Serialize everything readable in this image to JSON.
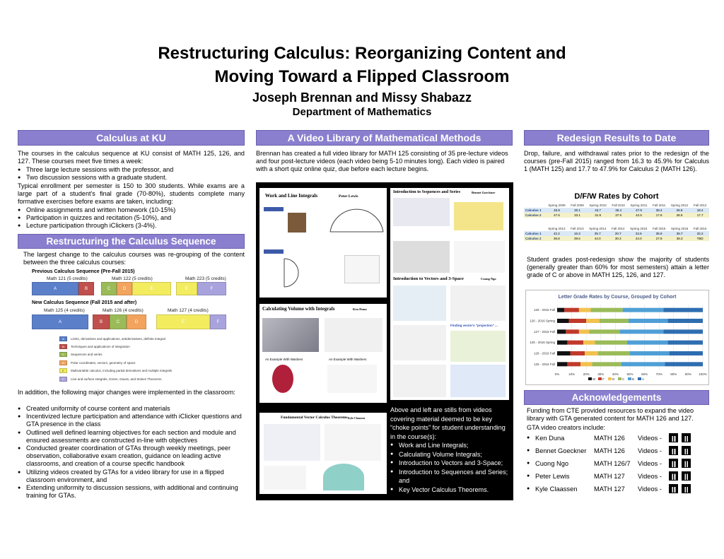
{
  "header": {
    "title_line1": "Restructuring Calculus:  Reorganizing Content and",
    "title_line2": "Moving Toward a Flipped Classroom",
    "authors": "Joseph Brennan and Missy Shabazz",
    "department": "Department of Mathematics"
  },
  "col1": {
    "banner1": "Calculus at KU",
    "intro": "The courses in the calculus sequence at KU consist of MATH 125, 126, and 127.  These courses meet five times a week:",
    "meet_items": [
      "Three large lecture sessions with the professor, and",
      "Two discussion sessions with a graduate student."
    ],
    "enroll": "Typical enrollment per semester is 150 to 300 students.  While exams are a large part of a student's final grade (70-80%), students complete many formative exercises before exams are taken, including:",
    "exercise_items": [
      "Online assignments and written homework (10-15%)",
      "Participation in quizzes and recitation (5-10%), and",
      "Lecture participation through iClickers (3-4%)."
    ],
    "banner2": "Restructuring the Calculus Sequence",
    "regroup": "The largest change to the calculus courses was re-grouping of the content between the three calculus courses:",
    "prev_head": "Previous Calculus Sequence (Pre-Fall 2015)",
    "prev_courses": [
      "Math 121 (5 credits)",
      "Math 122 (5 credits)",
      "Math 223 (5 credits)"
    ],
    "new_head": "New Calculus Sequence (Fall 2015 and after)",
    "new_courses": [
      "Math 125 (4 credits)",
      "Math 126 (4 credits)",
      "Math 127 (4 credits)"
    ],
    "segment_letters": [
      "A",
      "B",
      "C",
      "D",
      "E",
      "F"
    ],
    "legend": [
      {
        "letter": "A",
        "text": "Limits, derivatives and applications, antiderivatives, definite integral",
        "color": "#5b7fc9"
      },
      {
        "letter": "B",
        "text": "Techniques and applications of integration",
        "color": "#c0504d"
      },
      {
        "letter": "C",
        "text": "Sequences and series",
        "color": "#9bbb59"
      },
      {
        "letter": "D",
        "text": "Polar coordinates, vectors, geometry of space",
        "color": "#f2a35e"
      },
      {
        "letter": "E",
        "text": "Multivariable calculus, including partial derivatives and multiple integrals",
        "color": "#f3ec5f"
      },
      {
        "letter": "F",
        "text": "Line and surface integrals, Green, Gauss, and Stokes Theorems",
        "color": "#a9a3dd"
      }
    ],
    "changes_intro": "In addition, the following major changes were implemented in the classroom:",
    "changes": [
      "Created uniformity of course content and materials",
      "Incentivized lecture participation and attendance with iClicker questions and GTA presence in the class",
      "Outlined well defined learning objectives for each section and module and ensured assessments are constructed in-line with objectives",
      "Conducted greater coordination of GTAs through weekly meetings, peer observation, collaborative exam creation, guidance on leading active classrooms, and creation of a course specific handbook",
      "Utilizing videos created by GTAs for a video library for use in a flipped classroom environment, and",
      "Extending uniformity to discussion sessions, with additional and continuing training for GTAs."
    ]
  },
  "col2": {
    "banner": "A Video Library of Mathematical Methods",
    "intro": "Brennan has created a full video library for MATH 125 consisting of 35 pre-lecture videos and four post-lecture videos (each video being 5-10 minutes long). Each video is paired with a short quiz online quiz, due before each lecture begins.",
    "stills": {
      "work": "Work and Line Integrals",
      "work_author": "Peter Lewis",
      "seq": "Introduction to Sequences and Series",
      "seq_author": "Bennet Goeckner",
      "vec": "Introduction to Vectors and 3-Space",
      "vec_author": "Cuong Ngo",
      "vol": "Calculating Volume with Integrals",
      "vol_author": "Ken Duna",
      "fund": "Fundamental Vector Calculus Theorems",
      "fund_author": "Kyle Claassen",
      "washers1": "An Example With Washers",
      "washers2": "An Example With Washers",
      "finding": "Finding vector's \"projection\" ..."
    },
    "caption_intro": "Above and left are stills from videos covering material deemed to be key “choke points” for student understanding in the course(s):",
    "topics": [
      "Work and Line Integrals;",
      "Calculating Volume Integrals;",
      "Introduction to Vectors and 3-Space;",
      "Introduction to Sequences and Series; and",
      "Key Vector Calculus Theorems."
    ]
  },
  "col3": {
    "banner1": "Redesign Results to Date",
    "dfw_text": "Drop, failure, and withdrawal rates prior to the redesign of the courses (pre-Fall 2015) ranged from 16.3 to 45.9% for Calculus 1 (MATH 125) and 17.7 to 47.9% for Calculus 2 (MATH 126).",
    "dfw_title": "D/F/W Rates by Cohort",
    "table1": {
      "headers": [
        "Spring 2009",
        "Fall 2009",
        "Spring 2010",
        "Fall 2010",
        "Spring 2011",
        "Fall 2011",
        "Spring 2012",
        "Fall 2012"
      ],
      "rows": [
        {
          "label": "Calculus 1",
          "values": [
            "45.9",
            "30.1",
            "43.7",
            "35.4",
            "47.9",
            "38.4",
            "26.9",
            "18.4"
          ]
        },
        {
          "label": "Calculus 2",
          "values": [
            "47.6",
            "33.1",
            "31.9",
            "37.9",
            "42.6",
            "17.8",
            "38.9",
            "17.7"
          ]
        }
      ]
    },
    "table2": {
      "headers": [
        "Spring 2013",
        "Fall 2013",
        "Spring 2014",
        "Fall 2014",
        "Spring 2015",
        "Fall 2015",
        "Spring 2016",
        "Fall 2016"
      ],
      "rows": [
        {
          "label": "Calculus 1",
          "values": [
            "42.2",
            "16.3",
            "35.7",
            "20.7",
            "22.6",
            "35.9",
            "36.7",
            "32.2"
          ]
        },
        {
          "label": "Calculus 2",
          "values": [
            "36.8",
            "39.6",
            "44.0",
            "30.3",
            "44.0",
            "27.8",
            "38.3",
            "TBD"
          ]
        }
      ]
    },
    "grades_text": "Student grades post-redesign show the majority of students (generally greater than 60% for most semesters) attain a letter grade of C or above in MATH 125, 126, and 127.",
    "banner2": "Acknowledgements",
    "ack_text": "Funding from CTE provided resources to expand the video library with GTA generated content for MATH 126 and 127.",
    "gta_head": "GTA video creators include:",
    "creators": [
      {
        "name": "Ken Duna",
        "course": "MATH 126",
        "videos": "Videos -"
      },
      {
        "name": "Bennet Goeckner",
        "course": "MATH 126",
        "videos": "Videos -"
      },
      {
        "name": "Cuong Ngo",
        "course": "MATH 126/7",
        "videos": "Videos -"
      },
      {
        "name": "Peter Lewis",
        "course": "MATH 127",
        "videos": "Videos -"
      },
      {
        "name": "Kyle Claassen",
        "course": "MATH 127",
        "videos": "Videos -"
      }
    ]
  },
  "chart_data": {
    "type": "bar",
    "title": "Letter Grade Rates by Course, Grouped by Cohort",
    "categories": [
      "125 - 2015 Fall",
      "126 - 2016 Spring",
      "127 - 2016 Fall",
      "125 - 2016 Spring",
      "126 - 2016 Fall",
      "125 - 2016 Fall"
    ],
    "xlim": [
      0,
      100
    ],
    "x_ticks": [
      "0%",
      "10%",
      "20%",
      "30%",
      "40%",
      "50%",
      "60%",
      "70%",
      "80%",
      "90%",
      "100%"
    ],
    "series": [
      {
        "name": "W",
        "color": "#111111",
        "values": [
          5,
          8,
          6,
          7,
          9,
          7
        ]
      },
      {
        "name": "F",
        "color": "#c0392b",
        "values": [
          10,
          12,
          9,
          11,
          10,
          9
        ]
      },
      {
        "name": "D",
        "color": "#f2c14e",
        "values": [
          8,
          9,
          7,
          8,
          9,
          8
        ]
      },
      {
        "name": "C",
        "color": "#9bbb59",
        "values": [
          22,
          20,
          21,
          22,
          22,
          20
        ]
      },
      {
        "name": "B",
        "color": "#4f9fd6",
        "values": [
          28,
          27,
          30,
          28,
          27,
          30
        ]
      },
      {
        "name": "A",
        "color": "#2e6db0",
        "values": [
          27,
          24,
          27,
          24,
          23,
          26
        ]
      }
    ]
  }
}
